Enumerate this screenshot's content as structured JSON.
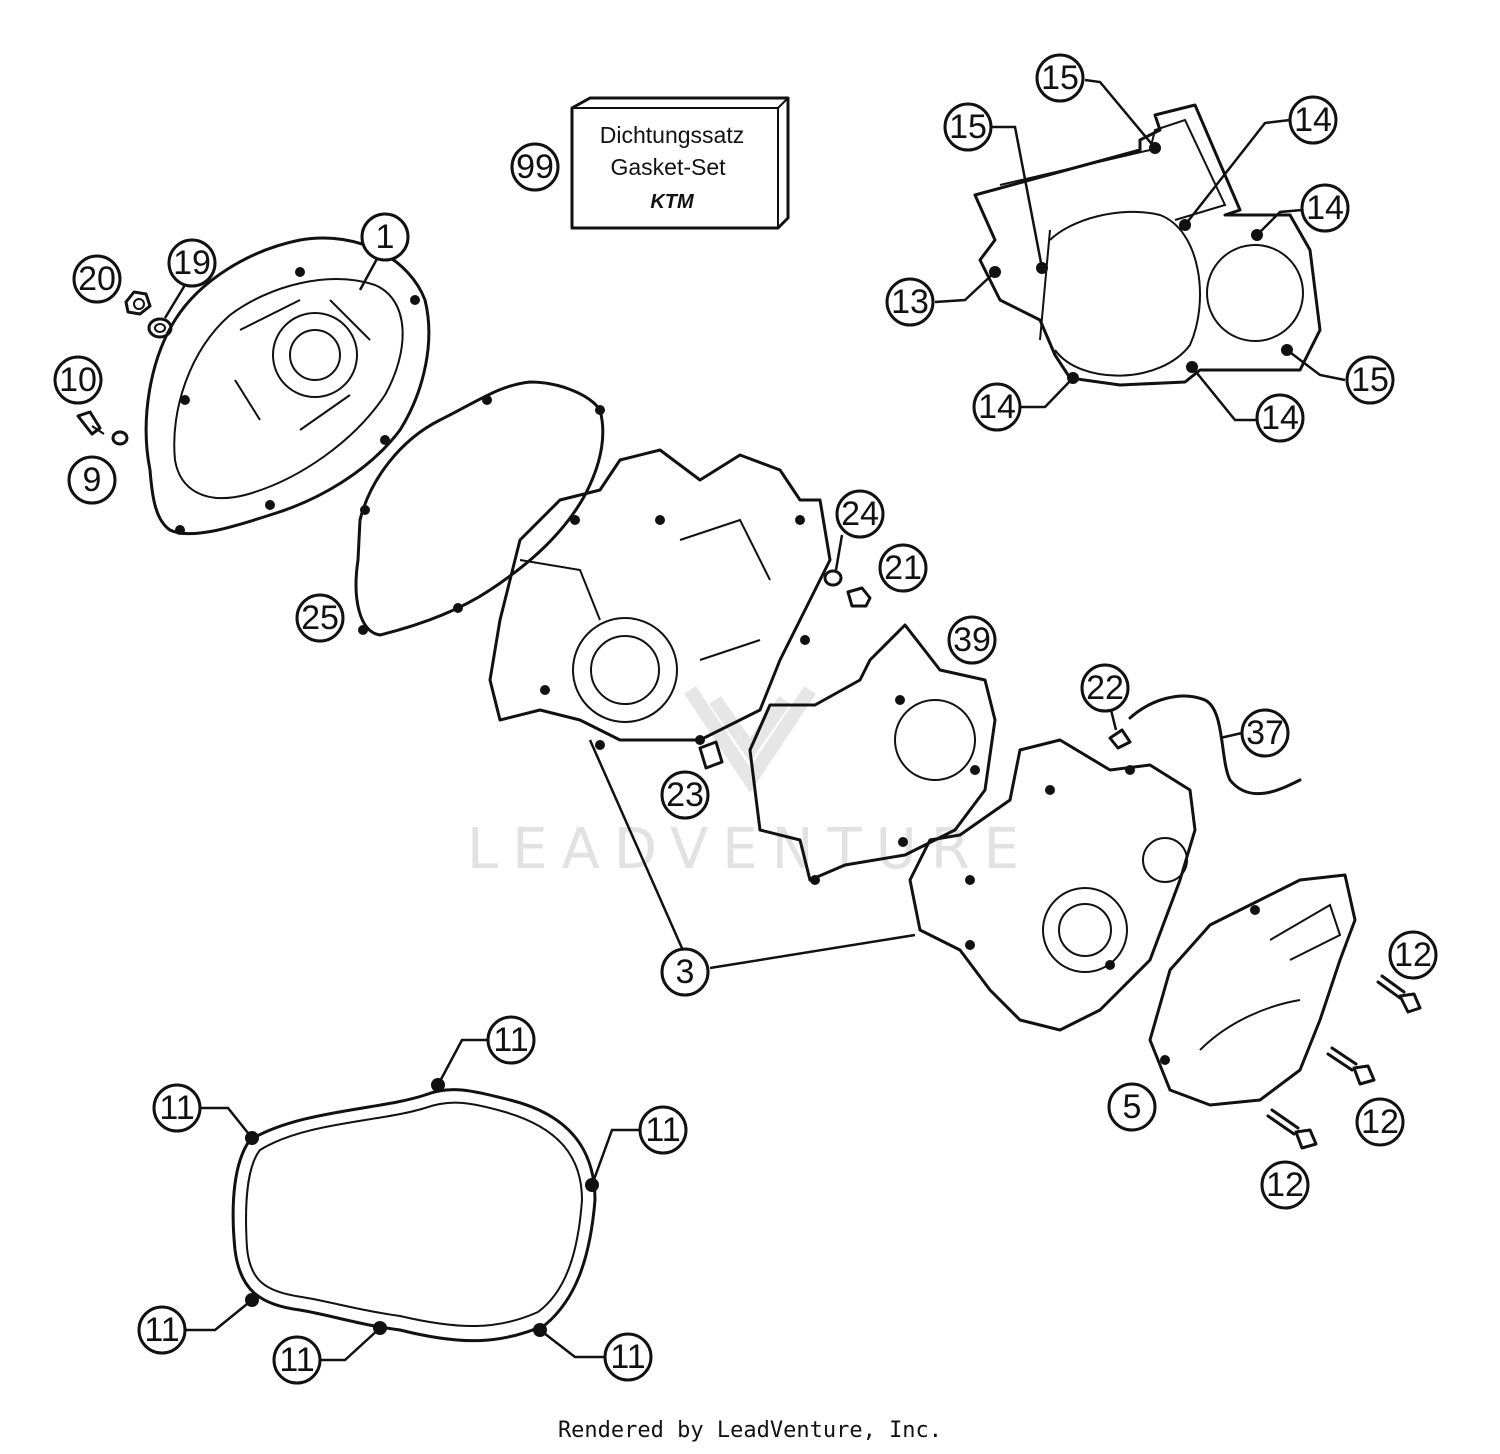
{
  "gasket_set_box": {
    "line1": "Dichtungssatz",
    "line2": "Gasket-Set",
    "logo": "KTM"
  },
  "callouts": {
    "c99": "99",
    "c1": "1",
    "c19": "19",
    "c20": "20",
    "c10": "10",
    "c9": "9",
    "c25": "25",
    "c24": "24",
    "c21": "21",
    "c39": "39",
    "c23": "23",
    "c22": "22",
    "c37": "37",
    "c3": "3",
    "c5": "5",
    "c12a": "12",
    "c12b": "12",
    "c12c": "12",
    "c13": "13",
    "c14a": "14",
    "c14b": "14",
    "c14c": "14",
    "c14d": "14",
    "c15a": "15",
    "c15b": "15",
    "c15c": "15",
    "c11a": "11",
    "c11b": "11",
    "c11c": "11",
    "c11d": "11",
    "c11e": "11",
    "c11f": "11"
  },
  "watermark": "LEADVENTURE",
  "footer": "Rendered by LeadVenture, Inc."
}
